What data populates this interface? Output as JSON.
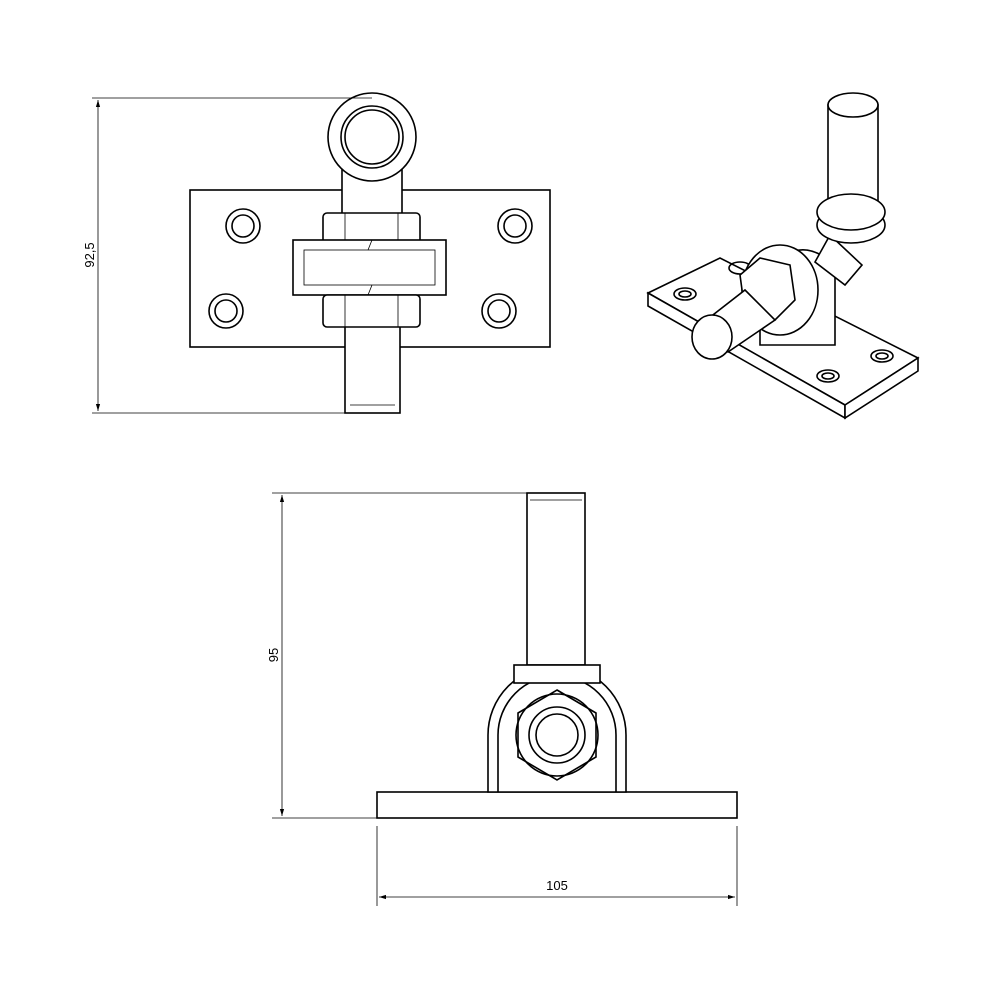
{
  "dimensions": {
    "height_top_view": "92,5",
    "height_front_view": "95",
    "width_front_view": "105"
  }
}
